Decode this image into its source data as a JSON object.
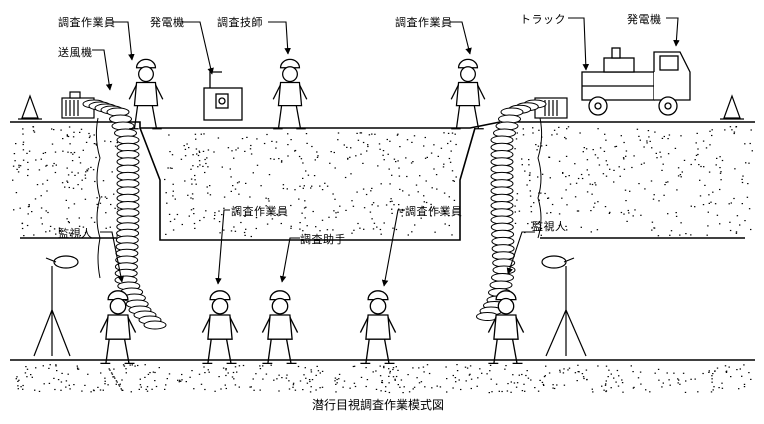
{
  "caption": "潜行目視調査作業模式図",
  "labels": {
    "surveyor_top_left": "調査作業員",
    "generator_top_left": "発電機",
    "engineer": "調査技師",
    "blower": "送風機",
    "surveyor_top_right": "調査作業員",
    "truck": "トラック",
    "generator_truck": "発電機",
    "monitor_left": "監視人",
    "monitor_right": "監視人",
    "surveyor_inner_1": "調査作業員",
    "assistant": "調査助手",
    "surveyor_inner_2": "調査作業員"
  }
}
